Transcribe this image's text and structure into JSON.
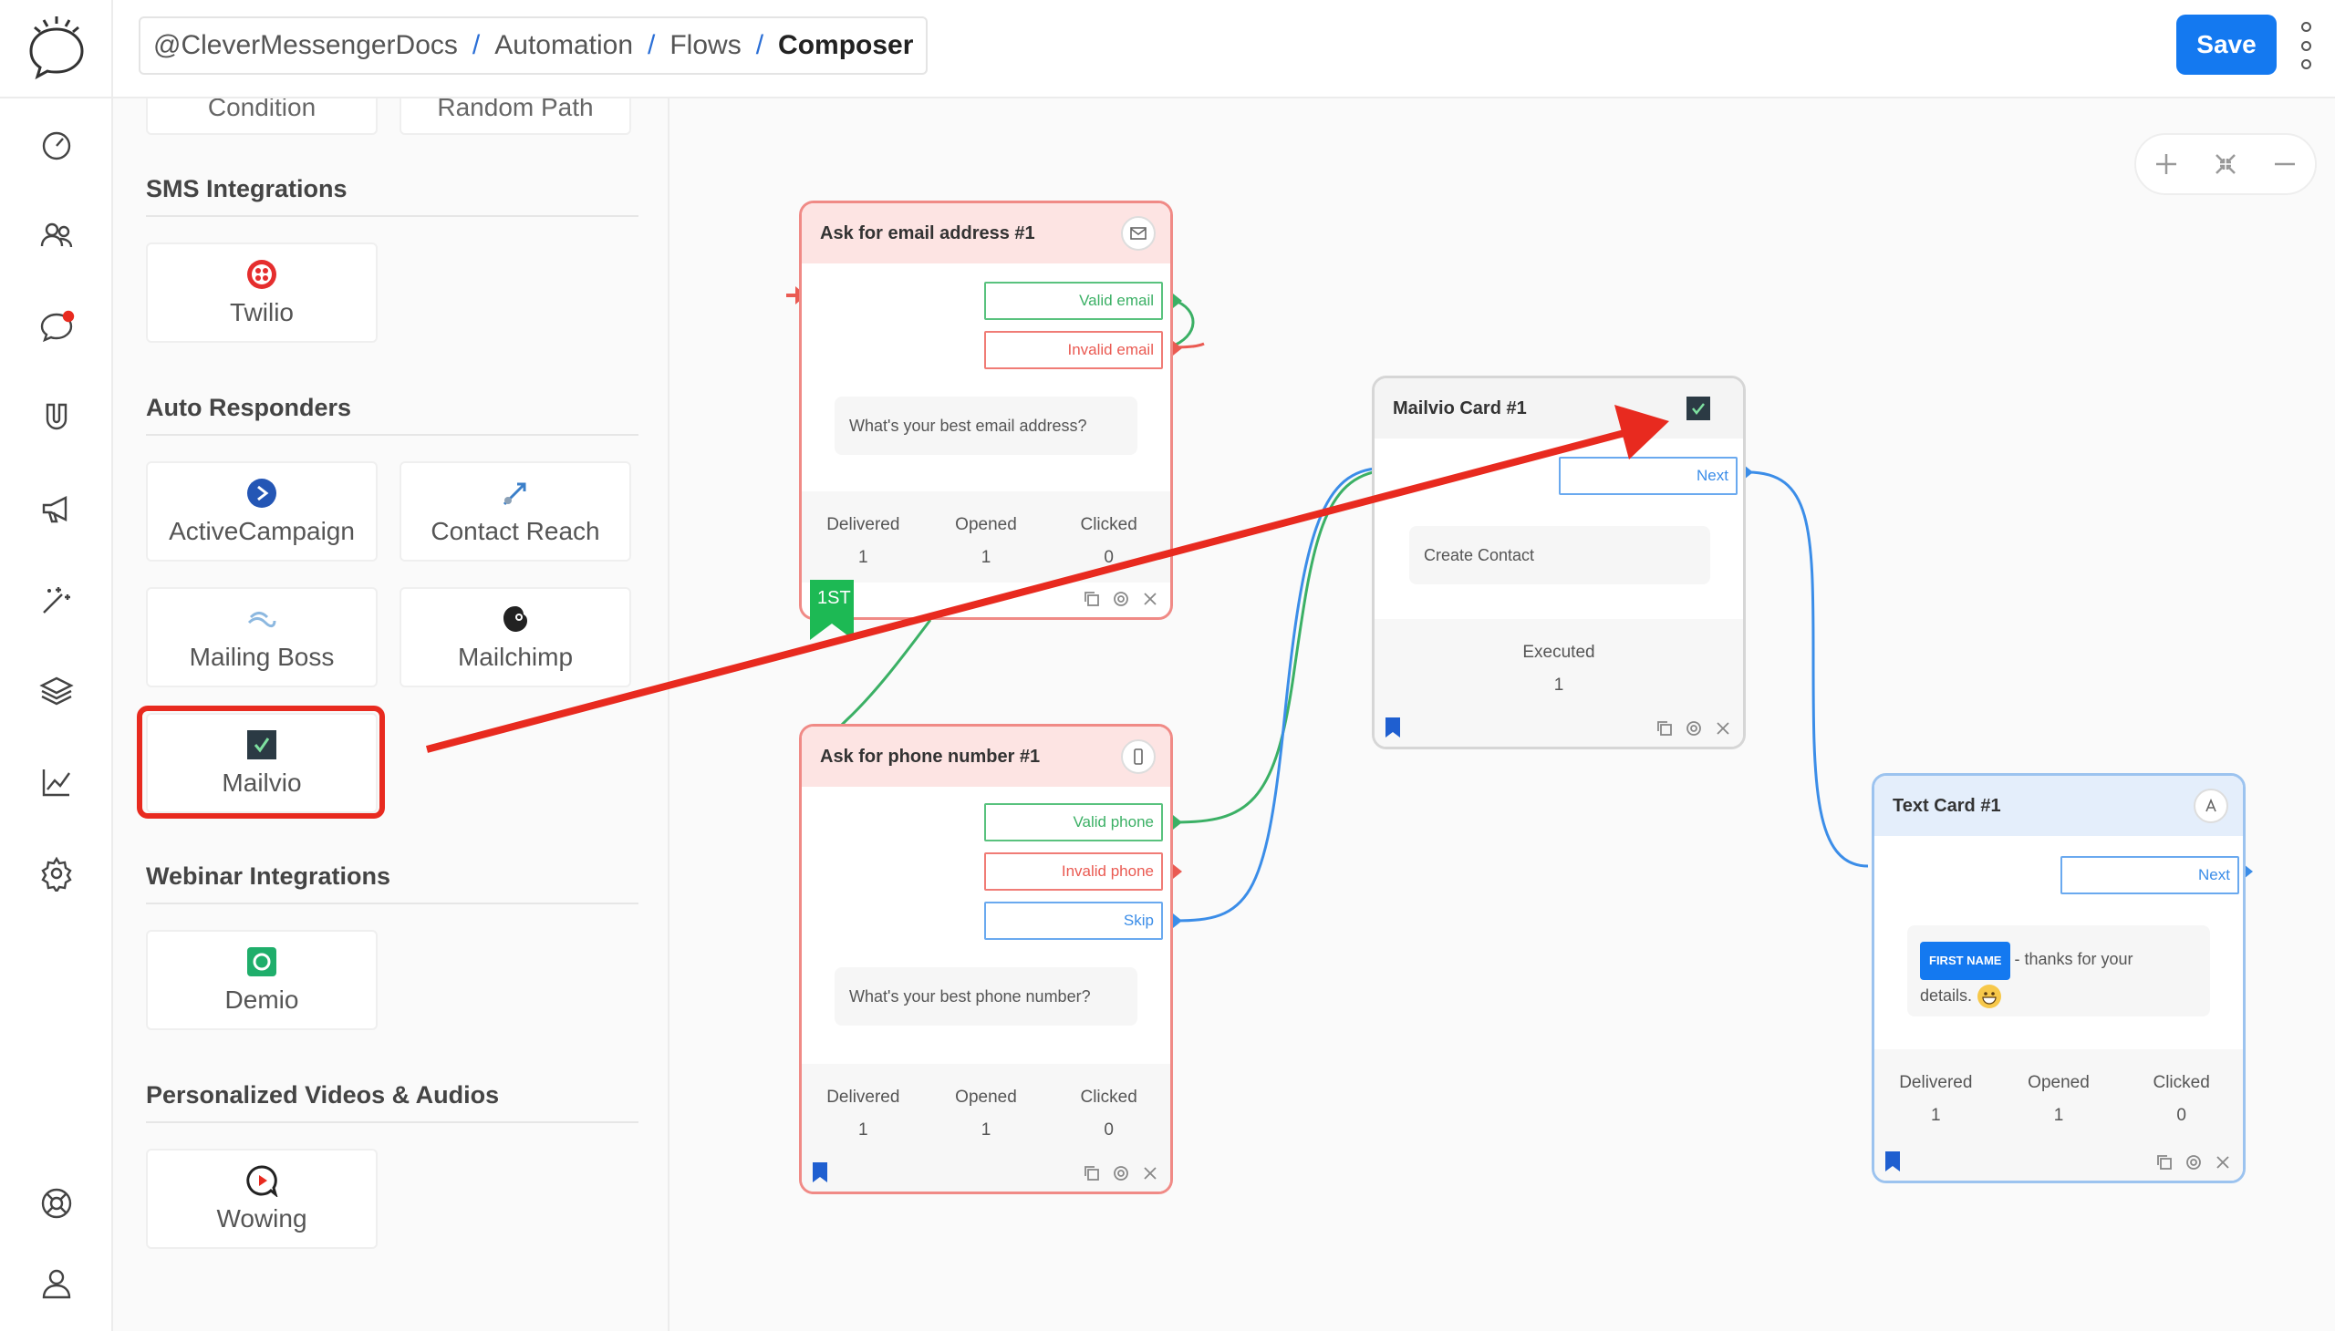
{
  "header": {
    "breadcrumb": [
      "@CleverMessengerDocs",
      "Automation",
      "Flows"
    ],
    "breadcrumb_current": "Composer",
    "separator": "/",
    "save_label": "Save"
  },
  "nav": [
    "dashboard-icon",
    "audience-icon",
    "chat-icon",
    "magnet-icon",
    "megaphone-icon",
    "magic-wand-icon",
    "layers-icon",
    "analytics-icon",
    "settings-icon",
    "help-icon",
    "user-icon"
  ],
  "panel": {
    "cut_tiles": [
      "Condition",
      "Random Path"
    ],
    "sections": [
      {
        "title": "SMS Integrations",
        "tiles": [
          "Twilio"
        ]
      },
      {
        "title": "Auto Responders",
        "tiles": [
          "ActiveCampaign",
          "Contact Reach",
          "Mailing Boss",
          "Mailchimp",
          "Mailvio"
        ]
      },
      {
        "title": "Webinar Integrations",
        "tiles": [
          "Demio"
        ]
      },
      {
        "title": "Personalized Videos & Audios",
        "tiles": [
          "Wowing"
        ]
      }
    ]
  },
  "cards": {
    "email": {
      "title": "Ask for email address #1",
      "outputs": [
        "Valid email",
        "Invalid email"
      ],
      "message": "What's your best email address?",
      "stats": [
        {
          "label": "Delivered",
          "value": "1"
        },
        {
          "label": "Opened",
          "value": "1"
        },
        {
          "label": "Clicked",
          "value": "0"
        }
      ],
      "badge": "1ST"
    },
    "phone": {
      "title": "Ask for phone number #1",
      "outputs": [
        "Valid phone",
        "Invalid phone",
        "Skip"
      ],
      "message": "What's your best phone number?",
      "stats": [
        {
          "label": "Delivered",
          "value": "1"
        },
        {
          "label": "Opened",
          "value": "1"
        },
        {
          "label": "Clicked",
          "value": "0"
        }
      ]
    },
    "mailvio": {
      "title": "Mailvio Card #1",
      "outputs": [
        "Next"
      ],
      "message": "Create Contact",
      "stats": [
        {
          "label": "Executed",
          "value": "1"
        }
      ]
    },
    "text": {
      "title": "Text Card #1",
      "outputs": [
        "Next"
      ],
      "chip": "FIRST NAME",
      "message_line1": "- thanks for your",
      "message_line2": "details.",
      "stats": [
        {
          "label": "Delivered",
          "value": "1"
        },
        {
          "label": "Opened",
          "value": "1"
        },
        {
          "label": "Clicked",
          "value": "0"
        }
      ]
    }
  },
  "colors": {
    "accent": "#1479f0",
    "highlight": "#e82a1f",
    "green": "#3bb065",
    "red": "#ea5a52",
    "blue": "#3b8de8"
  }
}
